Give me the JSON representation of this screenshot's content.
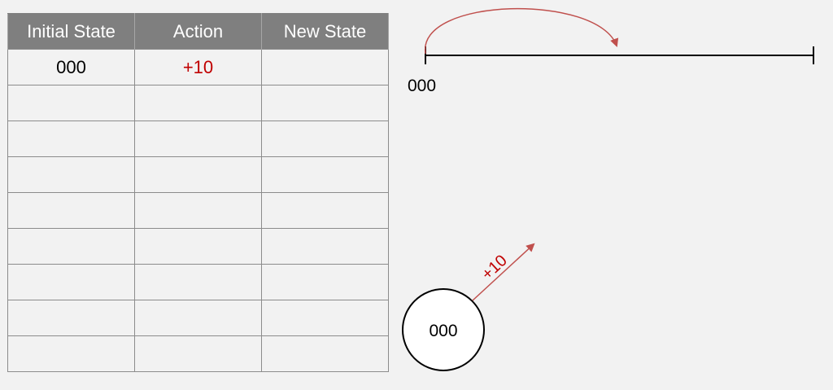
{
  "table": {
    "headers": [
      "Initial State",
      "Action",
      "New State"
    ],
    "rows": [
      [
        "000",
        "+10",
        ""
      ],
      [
        "",
        "",
        ""
      ],
      [
        "",
        "",
        ""
      ],
      [
        "",
        "",
        ""
      ],
      [
        "",
        "",
        ""
      ],
      [
        "",
        "",
        ""
      ],
      [
        "",
        "",
        ""
      ],
      [
        "",
        "",
        ""
      ],
      [
        "",
        "",
        ""
      ]
    ]
  },
  "number_line": {
    "start_label": "000"
  },
  "state_node": {
    "label": "000",
    "action_label": "+10"
  },
  "colors": {
    "header_bg": "#7f7f7f",
    "arrow": "#c0504d",
    "action_text": "#c00000",
    "background": "#f2f2f2"
  }
}
